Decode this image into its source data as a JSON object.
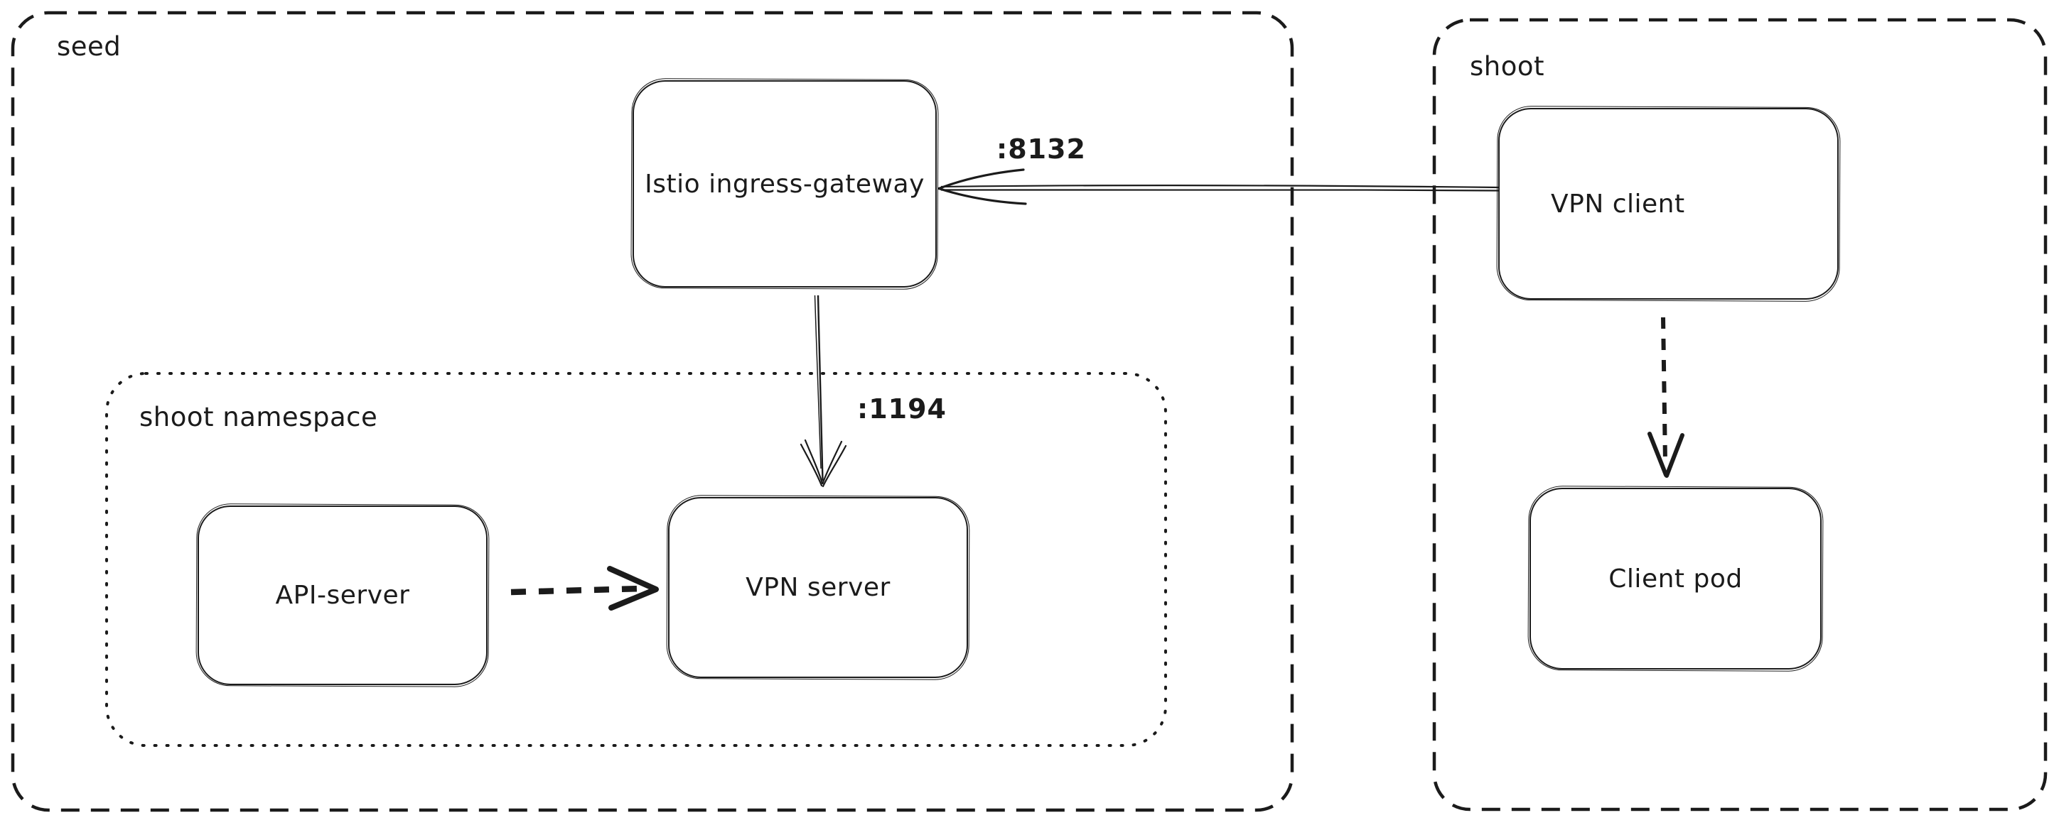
{
  "colors": {
    "stroke": "#1b1b1b",
    "background": "#ffffff"
  },
  "containers": [
    {
      "label": "seed",
      "border_style": "dashed"
    },
    {
      "label": "shoot",
      "border_style": "dashed"
    },
    {
      "label": "shoot namespace",
      "border_style": "dotted"
    }
  ],
  "nodes": [
    {
      "label": "Istio ingress-gateway"
    },
    {
      "label": "VPN client"
    },
    {
      "label": "API-server"
    },
    {
      "label": "VPN server"
    },
    {
      "label": "Client pod"
    }
  ],
  "edges": [
    {
      "from": "VPN client",
      "to": "Istio ingress-gateway",
      "label": ":8132",
      "style": "solid"
    },
    {
      "from": "Istio ingress-gateway",
      "to": "VPN server",
      "label": ":1194",
      "style": "solid"
    },
    {
      "from": "API-server",
      "to": "VPN server",
      "label": "",
      "style": "dashed"
    },
    {
      "from": "VPN client",
      "to": "Client pod",
      "label": "",
      "style": "dashed"
    }
  ]
}
